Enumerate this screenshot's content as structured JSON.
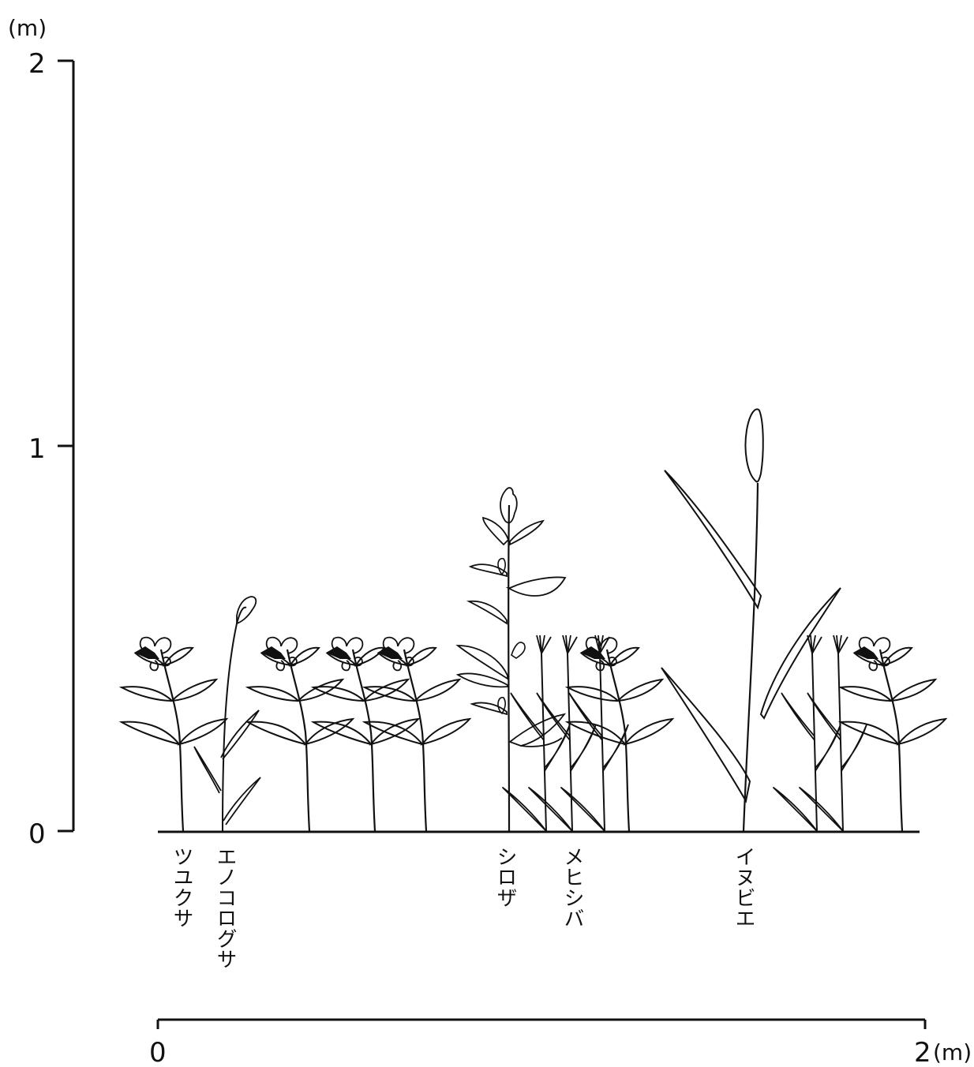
{
  "y_axis": {
    "unit": "(m)",
    "ticks": [
      {
        "label": "2",
        "value": 2
      },
      {
        "label": "1",
        "value": 1
      },
      {
        "label": "0",
        "value": 0
      }
    ]
  },
  "x_scale": {
    "start_label": "0",
    "end_label": "2",
    "unit": "(m)",
    "range": [
      0,
      2
    ]
  },
  "species_labels": [
    {
      "text": "ツユクサ"
    },
    {
      "text": "エノコログサ"
    },
    {
      "text": "シロザ"
    },
    {
      "text": "メヒシバ"
    },
    {
      "text": "イヌビエ"
    }
  ],
  "plant_heights_m": {
    "tsuyukusa": 0.5,
    "enokorogusa": 0.6,
    "shiroza": 0.88,
    "mehishiba": 0.5,
    "inubie": 1.1
  },
  "colors": {
    "ink": "#111111",
    "background": "#ffffff"
  }
}
